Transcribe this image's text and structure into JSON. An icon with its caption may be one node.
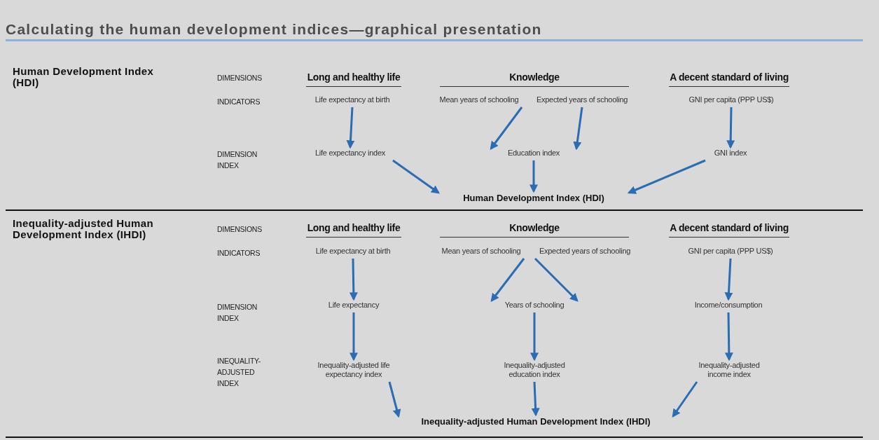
{
  "diagram": {
    "title": "Calculating the human development indices—graphical presentation",
    "nodes": [
      {
        "text": [
          "Life expectancy at birth"
        ]
      },
      {
        "text": [
          "Mean years of schooling"
        ]
      },
      {
        "text": [
          "Expected years of schooling"
        ]
      },
      {
        "text": [
          "GNI per capita (PPP US$)"
        ]
      },
      {
        "text": [
          "Life expectancy index"
        ]
      },
      {
        "text": [
          "Education index"
        ]
      },
      {
        "text": [
          "GNI index"
        ]
      },
      {
        "text": [
          "Human Development Index (HDI)"
        ]
      },
      {
        "text": [
          "Life expectancy at birth"
        ]
      },
      {
        "text": [
          "Mean years of schooling"
        ]
      },
      {
        "text": [
          "Expected years of schooling"
        ]
      },
      {
        "text": [
          "GNI per capita (PPP US$)"
        ]
      },
      {
        "text": [
          "Life expectancy"
        ]
      },
      {
        "text": [
          "Years of schooling"
        ]
      },
      {
        "text": [
          "Income/consumption"
        ]
      },
      {
        "text": [
          "Inequality-adjusted life expectancy index"
        ]
      },
      {
        "text": [
          "Inequality-adjusted education index"
        ]
      },
      {
        "text": [
          "Inequality-adjusted income index"
        ]
      },
      {
        "text": [
          "Inequality-adjusted Human Development Index (IHDI)"
        ]
      }
    ],
    "edges": [
      {
        "from": 0,
        "to": 4,
        "arrow": "to"
      },
      {
        "from": 1,
        "to": 5,
        "arrow": "to"
      },
      {
        "from": 2,
        "to": 5,
        "arrow": "to"
      },
      {
        "from": 3,
        "to": 6,
        "arrow": "to"
      },
      {
        "from": 4,
        "to": 7,
        "arrow": "to"
      },
      {
        "from": 5,
        "to": 7,
        "arrow": "to"
      },
      {
        "from": 6,
        "to": 7,
        "arrow": "to"
      },
      {
        "from": 8,
        "to": 12,
        "arrow": "to"
      },
      {
        "from": 9,
        "to": 13,
        "arrow": "to"
      },
      {
        "from": 10,
        "to": 13,
        "arrow": "to"
      },
      {
        "from": 11,
        "to": 14,
        "arrow": "to"
      },
      {
        "from": 12,
        "to": 15,
        "arrow": "to"
      },
      {
        "from": 13,
        "to": 16,
        "arrow": "to"
      },
      {
        "from": 14,
        "to": 17,
        "arrow": "to"
      },
      {
        "from": 15,
        "to": 18,
        "arrow": "to"
      },
      {
        "from": 16,
        "to": 18,
        "arrow": "to"
      },
      {
        "from": 17,
        "to": 18,
        "arrow": "to"
      }
    ],
    "labels": [
      "Human Development Index (HDI)",
      "DIMENSIONS",
      "Long and healthy life",
      "Knowledge",
      "A decent standard of living",
      "INDICATORS",
      "DIMENSION INDEX",
      "Inequality-adjusted Human Development Index (IHDI)",
      "DIMENSIONS",
      "Long and healthy life",
      "Knowledge",
      "A decent standard of living",
      "INDICATORS",
      "DIMENSION INDEX",
      "INEQUALITY-ADJUSTED INDEX"
    ]
  }
}
